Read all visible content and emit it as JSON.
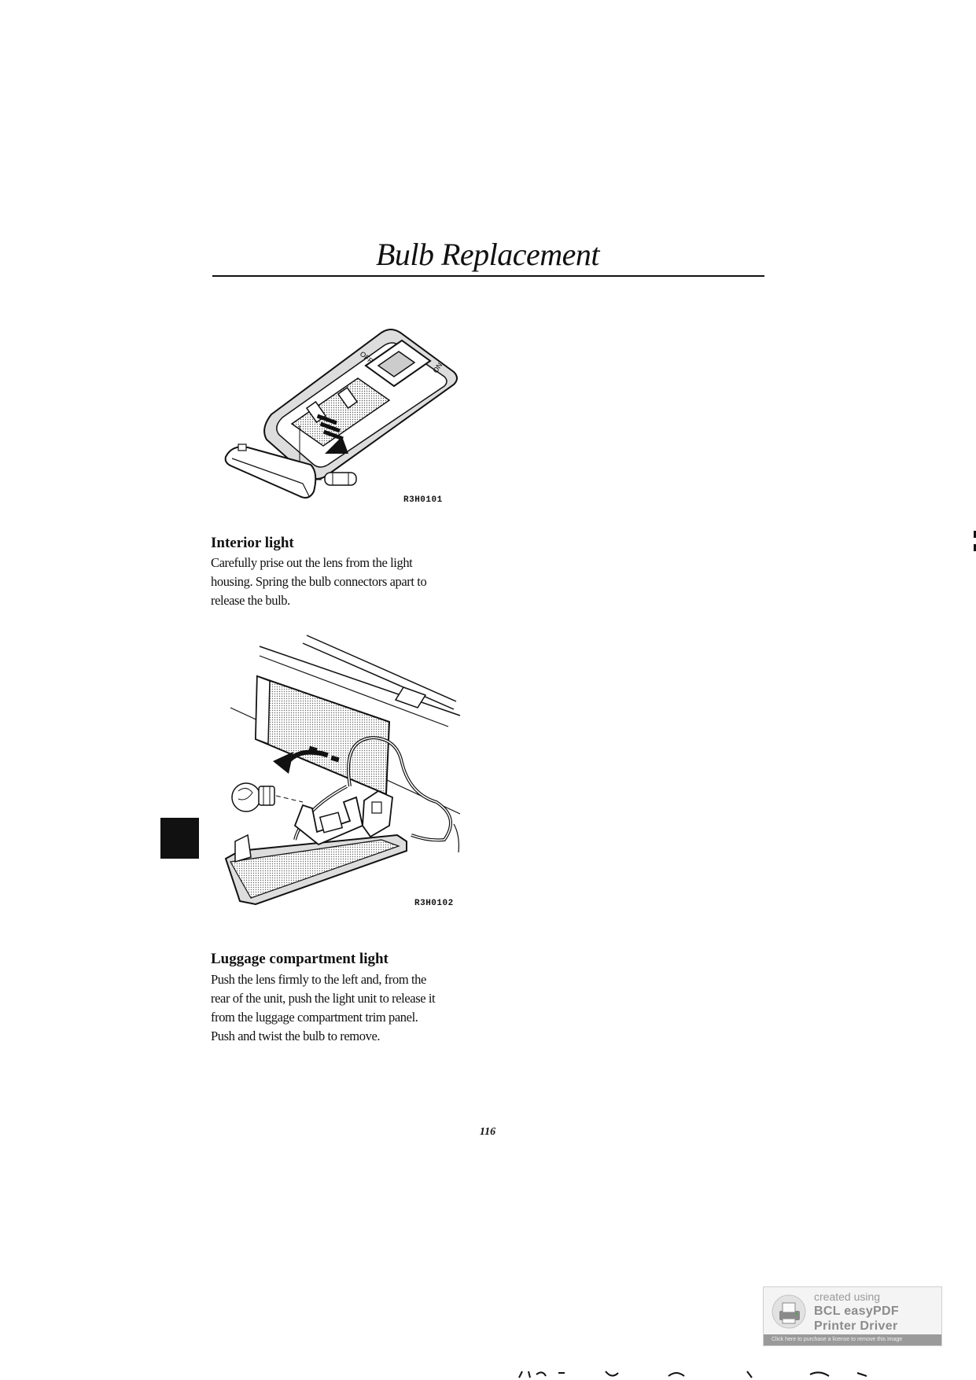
{
  "page": {
    "title": "Bulb Replacement",
    "number": "116"
  },
  "figures": {
    "interior": {
      "code": "R3H0101",
      "switch_off": "OFF",
      "switch_on": "ON"
    },
    "luggage": {
      "code": "R3H0102"
    }
  },
  "sections": [
    {
      "heading": "Interior light",
      "lines": [
        "Carefully prise out the lens from the light",
        "housing. Spring the bulb connectors apart to",
        "release the bulb."
      ]
    },
    {
      "heading": "Luggage compartment light",
      "lines": [
        "Push the lens firmly to the left and, from the",
        "rear of the unit, push the light unit to release it",
        "from the luggage compartment trim panel.",
        "Push and twist the bulb to remove."
      ]
    }
  ],
  "stamp": {
    "line1": "created using",
    "line2": "BCL easyPDF",
    "line3": "Printer Driver",
    "footer": "Click here to purchase a license to remove this image"
  },
  "colors": {
    "ink": "#111111",
    "stamp_gray": "#8c8c8c"
  }
}
